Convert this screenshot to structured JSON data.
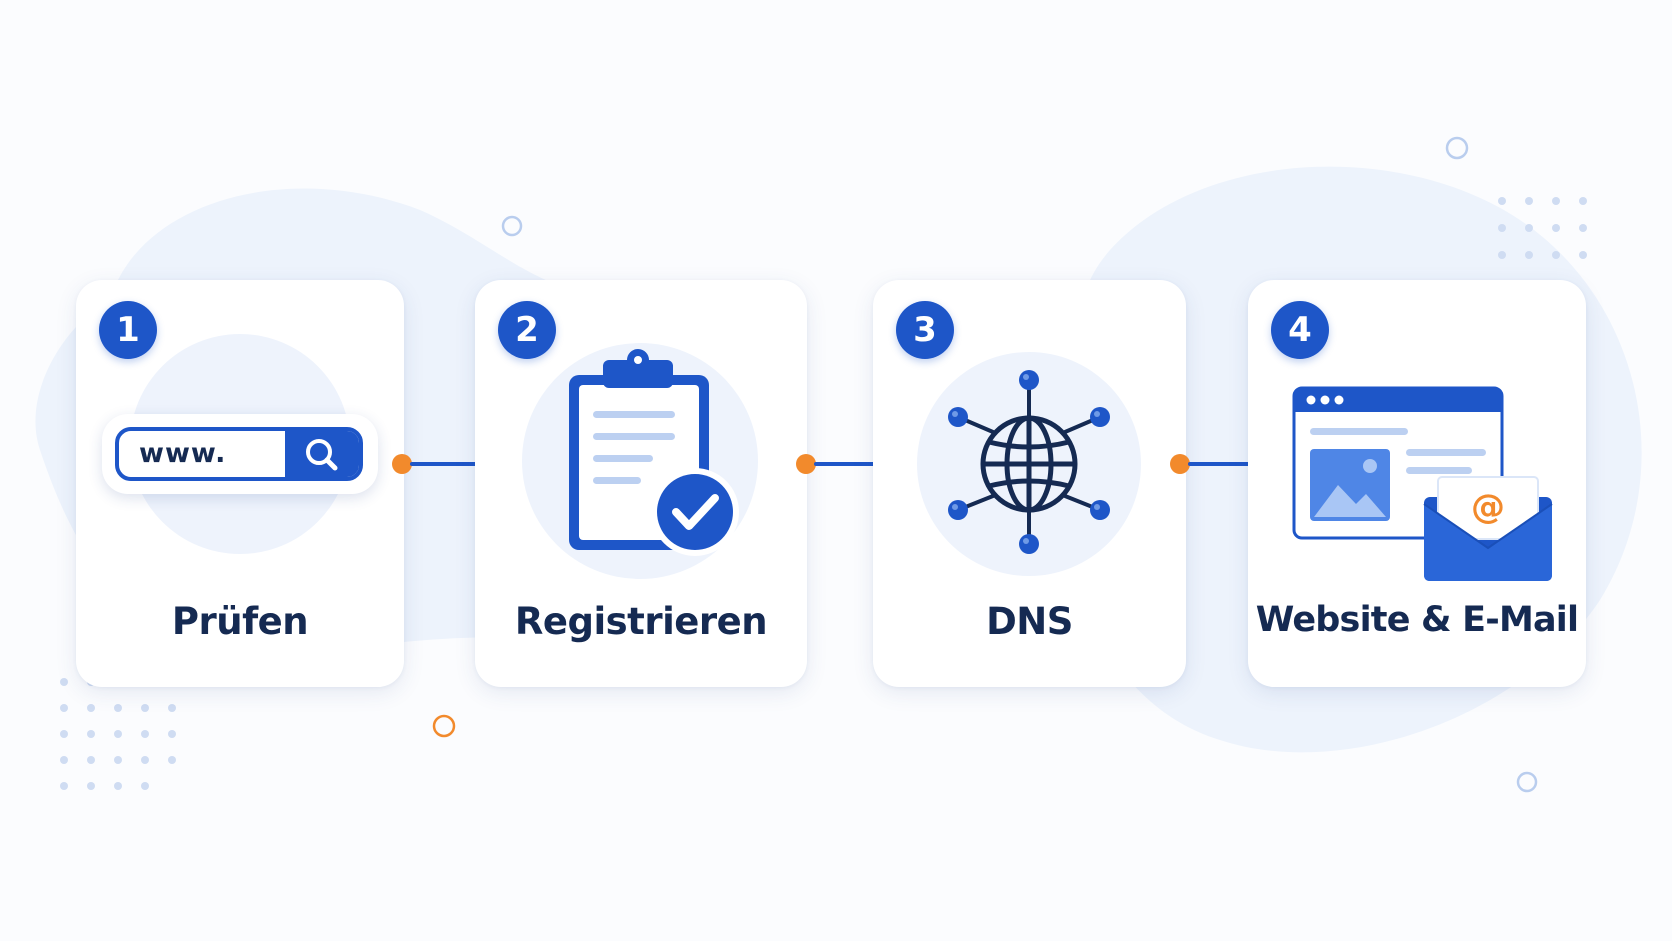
{
  "steps": [
    {
      "number": "1",
      "label": "Prüfen",
      "icon": "search-bar-icon",
      "search_text": "www."
    },
    {
      "number": "2",
      "label": "Registrieren",
      "icon": "clipboard-check-icon"
    },
    {
      "number": "3",
      "label": "DNS",
      "icon": "network-globe-icon"
    },
    {
      "number": "4",
      "label": "Website & E-Mail",
      "icon": "browser-email-icon",
      "email_symbol": "@"
    }
  ],
  "colors": {
    "primary": "#1e56c8",
    "dark_text": "#152a52",
    "accent_orange": "#f28a2c",
    "background_blob": "#edf3fc"
  }
}
